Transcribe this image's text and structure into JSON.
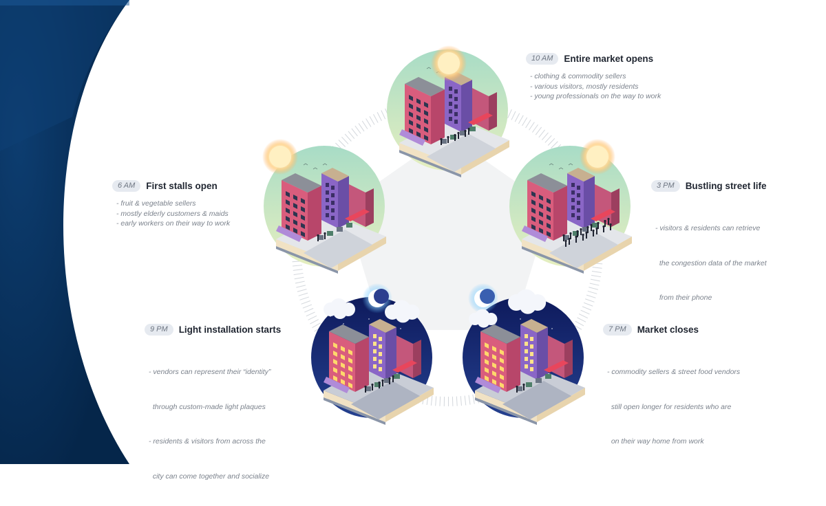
{
  "colors": {
    "navy": "#06294f",
    "navy_band": "#0c3a6a",
    "ring": "#d3d7dc",
    "pentagon": "#f2f3f4",
    "day_sky_top": "#a8dcc6",
    "day_sky_bottom": "#e6efbf",
    "night_sky_top": "#0e1a5c",
    "night_sky_bottom": "#24408f",
    "building_pink": "#d95d7d",
    "building_purple": "#8a66c6",
    "awning_red": "#e8465c",
    "sun": "#fff0c2",
    "moon_glow": "#7fd0ff"
  },
  "phases": [
    {
      "id": "6am",
      "time": "6 AM",
      "title": "First stalls open",
      "lines": [
        "- fruit & vegetable sellers",
        "- mostly elderly customers & maids",
        "- early workers on their way to work"
      ],
      "sky": "day",
      "celestial": "sun",
      "crowd": "few"
    },
    {
      "id": "10am",
      "time": "10 AM",
      "title": "Entire market opens",
      "lines": [
        "- clothing & commodity sellers",
        "- various visitors, mostly residents",
        "- young professionals on the way to work"
      ],
      "sky": "day",
      "celestial": "sun",
      "crowd": "some"
    },
    {
      "id": "3pm",
      "time": "3 PM",
      "title": "Bustling street life",
      "lines": [
        "- visitors & residents can retrieve",
        "  the congestion data of the market",
        "  from their phone"
      ],
      "sky": "day",
      "celestial": "sun",
      "crowd": "many"
    },
    {
      "id": "7pm",
      "time": "7 PM",
      "title": "Market closes",
      "lines": [
        "- commodity sellers & street food vendors",
        "  still open longer for residents who are",
        "  on their way home from work"
      ],
      "sky": "night",
      "celestial": "moon",
      "crowd": "few"
    },
    {
      "id": "9pm",
      "time": "9 PM",
      "title": "Light installation starts",
      "lines": [
        "- vendors can represent their “identity”",
        "  through custom-made light plaques",
        "- residents & visitors from across the",
        "  city can come together and socialize"
      ],
      "sky": "night",
      "celestial": "moon",
      "crowd": "some"
    }
  ]
}
